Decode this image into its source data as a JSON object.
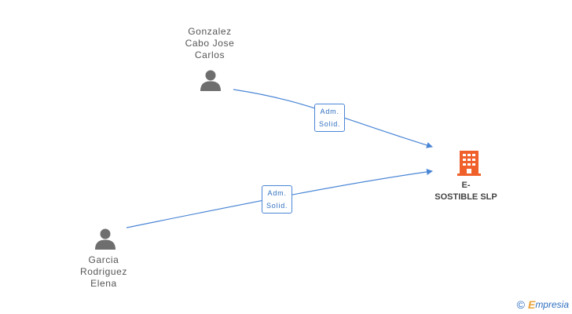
{
  "nodes": {
    "person_top": {
      "label": "Gonzalez\nCabo Jose\nCarlos"
    },
    "person_bottom": {
      "label": "Garcia\nRodriguez\nElena"
    },
    "company": {
      "label": "E-\nSOSTIBLE SLP"
    }
  },
  "edges": [
    {
      "from": "person_top",
      "to": "company",
      "label": "Adm.\nSolid."
    },
    {
      "from": "person_bottom",
      "to": "company",
      "label": "Adm.\nSolid."
    }
  ],
  "colors": {
    "edge": "#4a86d6",
    "person": "#6e6e6e",
    "company": "#f0602a"
  },
  "watermark": {
    "copyright": "©",
    "brand_initial": "E",
    "brand_rest": "mpresia"
  }
}
